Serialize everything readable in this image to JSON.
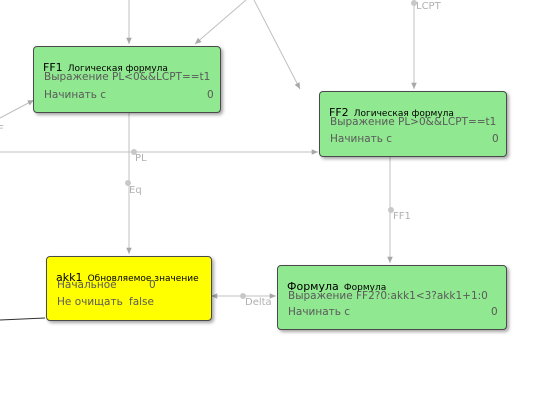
{
  "nodes": {
    "ff1": {
      "name": "FF1",
      "type": "Логическая формула",
      "props": [
        {
          "label": "Выражение PL<0&&LCPT==t1",
          "value": ""
        },
        {
          "label": "Начинать с",
          "value": "0"
        }
      ]
    },
    "ff2": {
      "name": "FF2",
      "type": "Логическая формула",
      "props": [
        {
          "label": "Выражение PL>0&&LCPT==t1",
          "value": ""
        },
        {
          "label": "Начинать с",
          "value": "0"
        }
      ]
    },
    "akk1": {
      "name": "akk1",
      "type": "Обновляемое значение",
      "props": [
        {
          "label": "Начальное",
          "value": "0"
        },
        {
          "label": "Не очищать",
          "value": "false"
        }
      ]
    },
    "formula": {
      "name": "Формула",
      "type": "Формула",
      "props": [
        {
          "label": "Выражение FF2?0:akk1<3?akk1+1:0",
          "value": ""
        },
        {
          "label": "Начинать с",
          "value": "0"
        }
      ]
    }
  },
  "wire_labels": {
    "lcpt": "LCPT",
    "pl": "PL",
    "eq": "Eq",
    "ff1": "FF1",
    "delta": "Delta",
    "cut_left": "F"
  },
  "colors": {
    "formula_node": "#90e890",
    "value_node": "#ffff00",
    "wire": "#c0c0c0"
  }
}
